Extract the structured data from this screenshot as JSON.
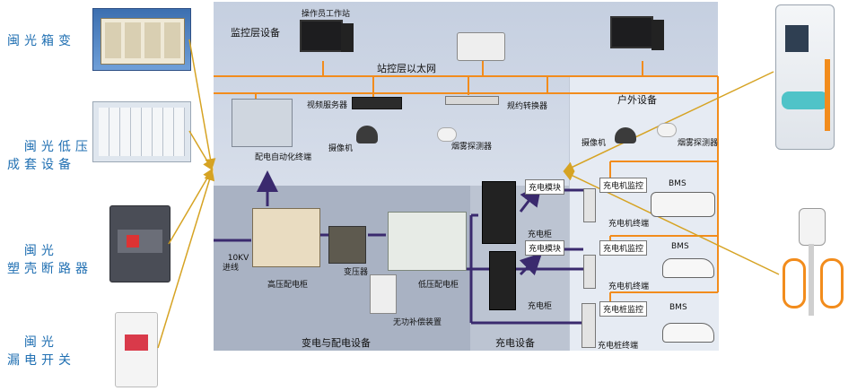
{
  "left_products": [
    {
      "label": "闽光箱变"
    },
    {
      "label": "闽光低压\n成套设备"
    },
    {
      "label": "闽光\n塑壳断路器"
    },
    {
      "label": "闽光\n漏电开关"
    }
  ],
  "diagram": {
    "monitor_layer": "监控层设备",
    "operator_ws": "操作员工作站",
    "ethernet": "站控层以太网",
    "outdoor": "户外设备",
    "video_server": "视频服务器",
    "protocol_converter": "规约转换器",
    "camera1": "摄像机",
    "smoke1": "烟雾探测器",
    "camera2": "摄像机",
    "smoke2": "烟雾探测器",
    "dist_auto": "配电自动化终端",
    "kv10": "10KV\n进线",
    "hv_cabinet": "高压配电柜",
    "transformer": "变压器",
    "lv_cabinet": "低压配电柜",
    "reactive": "无功补偿装置",
    "sub_section": "变电与配电设备",
    "charge_cab1": "充电柜",
    "charge_cab2": "充电柜",
    "charge_mod1": "充电模块",
    "charge_mod2": "充电模块",
    "charger_mon1": "充电机监控",
    "charger_mon2": "充电机监控",
    "pile_mon": "充电桩监控",
    "bms1": "BMS",
    "bms2": "BMS",
    "bms3": "BMS",
    "charger_term1": "充电机终端",
    "charger_term2": "充电机终端",
    "pile_term": "充电桩终端",
    "charge_section": "充电设备"
  },
  "colors": {
    "side_text": "#1f6fb2",
    "panel_top": "#c9d3e4",
    "panel_bottom": "#a6b0c3",
    "orange": "#f28c1c",
    "navy": "#3a2a6e",
    "arrow_gold": "#d6a323"
  }
}
